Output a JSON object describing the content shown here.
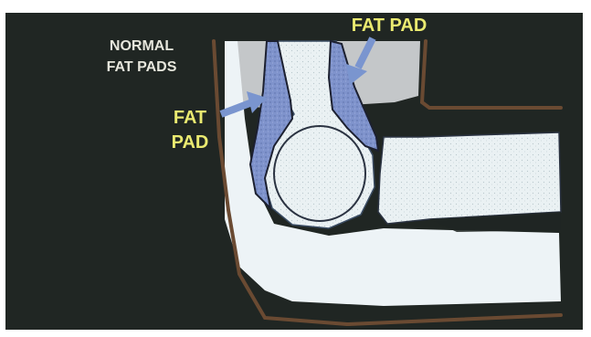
{
  "labels": {
    "normal_line1": "NORMAL",
    "normal_line2": "FAT PADS",
    "fat_pad_anterior_line1": "FAT",
    "fat_pad_anterior_line2": "PAD",
    "fat_pad_posterior": "FAT PAD"
  },
  "colors": {
    "background": "#202623",
    "outline_brown": "#6a4a32",
    "fat_pad_blue": "#7f93cc",
    "bone_fill": "#eef4f6",
    "label_yellow": "#eaea70",
    "label_white": "#e6e6dc",
    "arrow_blue": "#7a95cf"
  }
}
